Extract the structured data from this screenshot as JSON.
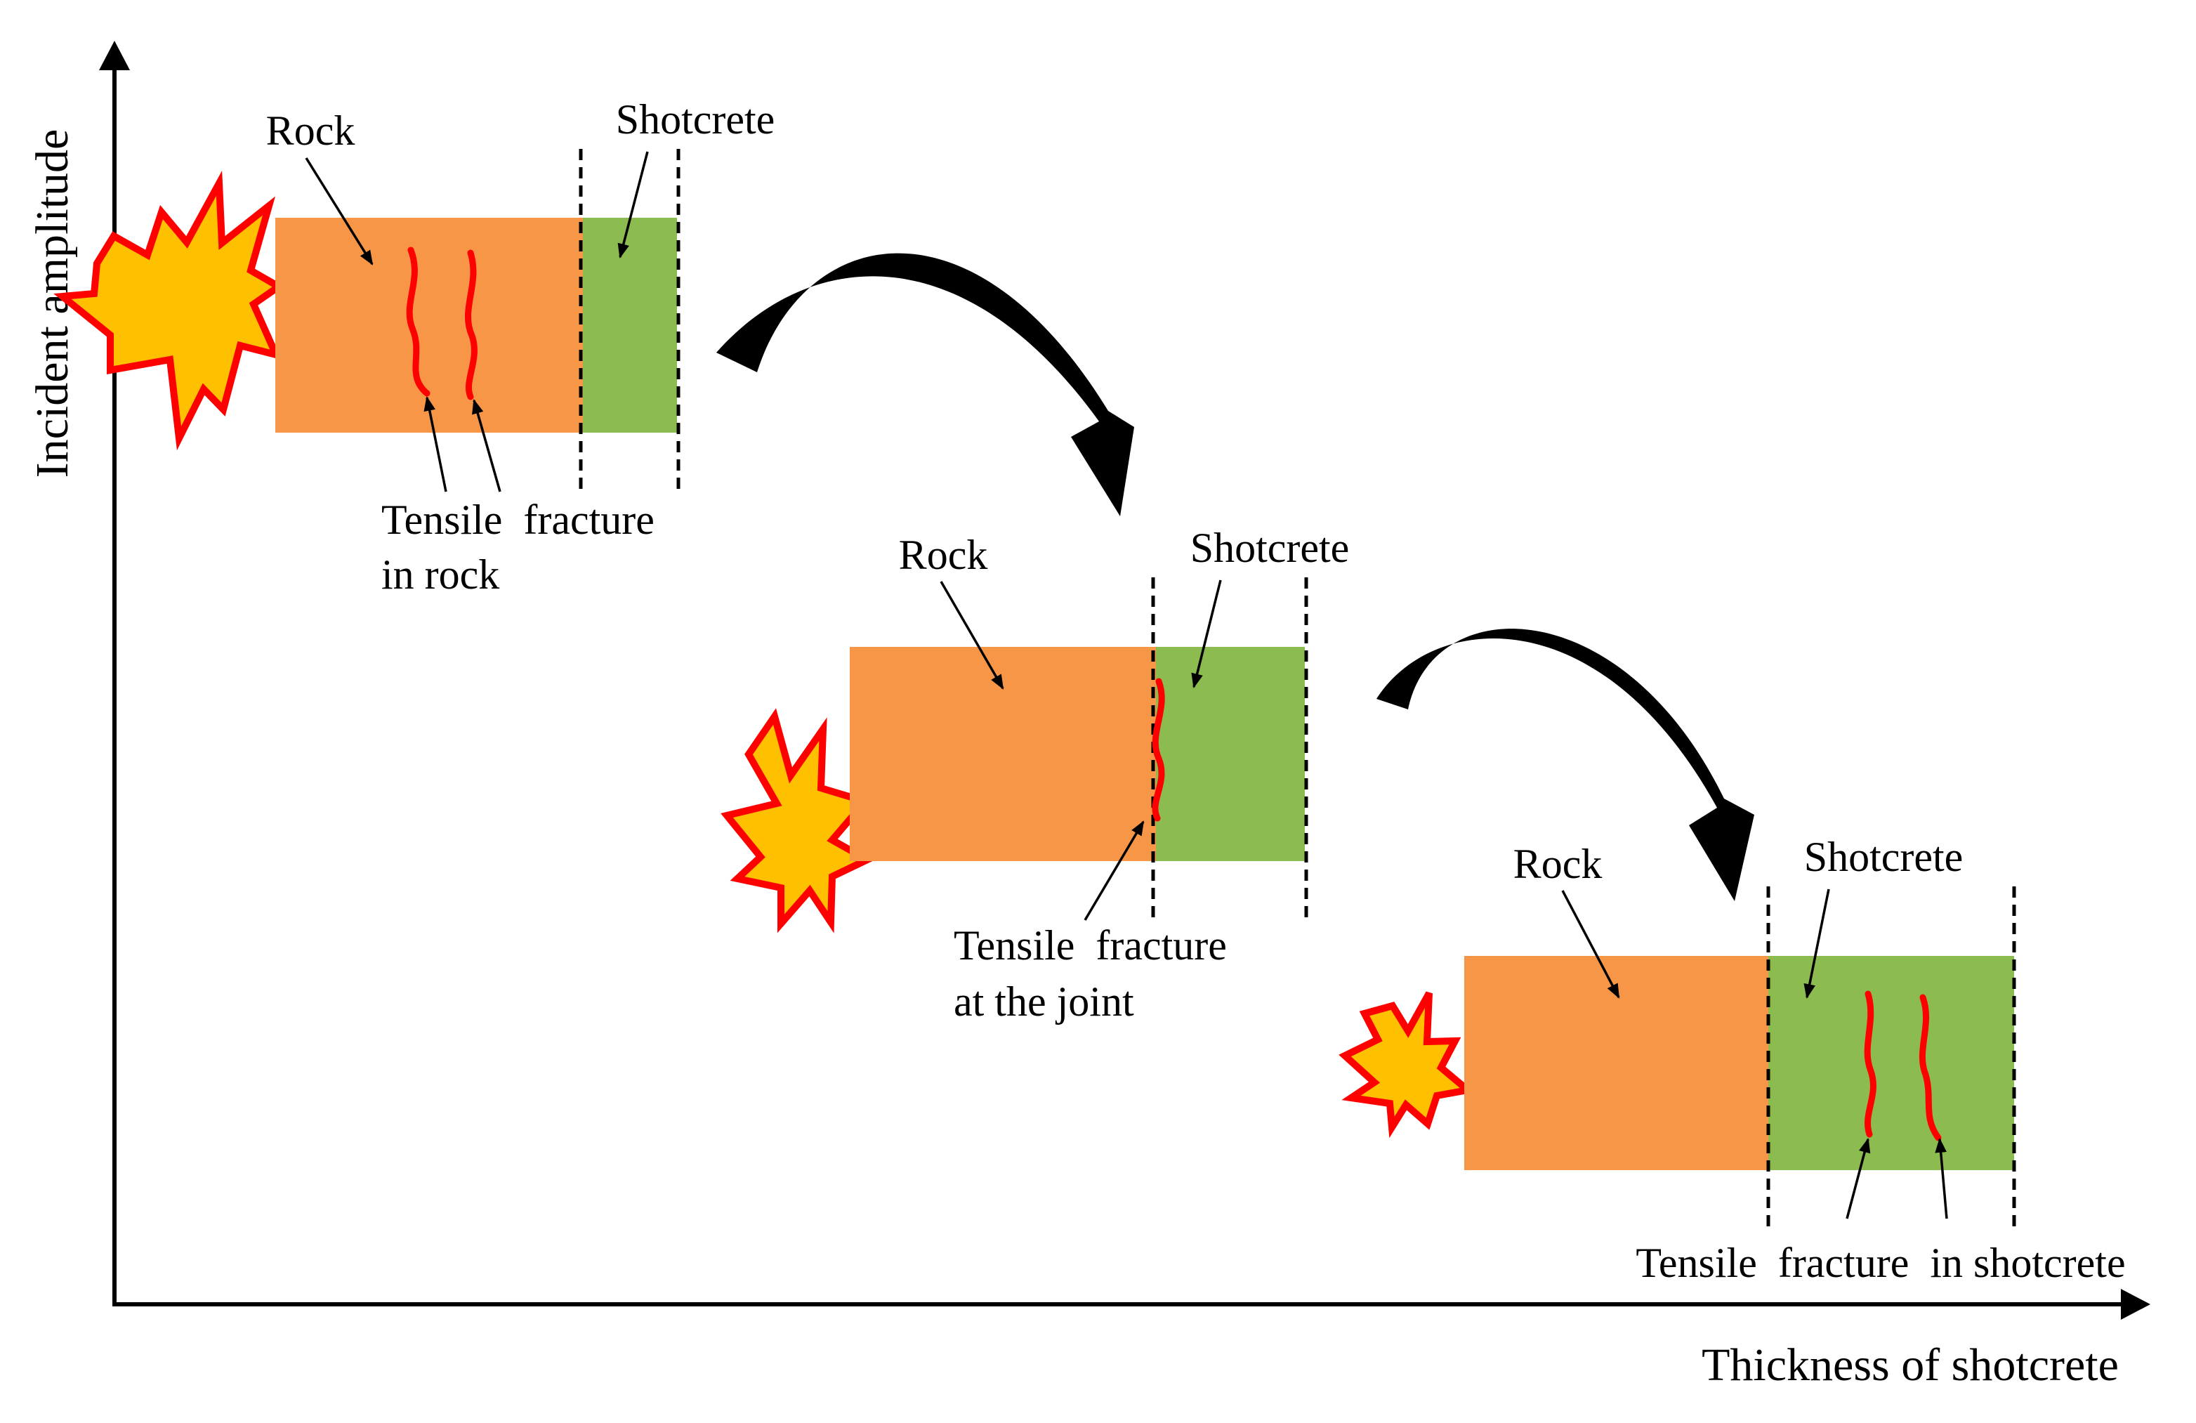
{
  "axes": {
    "y_label": "Incident amplitude",
    "x_label": "Thickness of shotcrete"
  },
  "colors": {
    "rock": "#f79646",
    "shotcrete": "#8cbb4f",
    "fracture": "#ff0000",
    "explosion_fill": "#ffc000",
    "explosion_outline": "#ff0000"
  },
  "stages": [
    {
      "rock_label": "Rock",
      "shotcrete_label": "Shotcrete",
      "fracture_label_line1": "Tensile  fracture",
      "fracture_label_line2": "in rock"
    },
    {
      "rock_label": "Rock",
      "shotcrete_label": "Shotcrete",
      "fracture_label_line1": "Tensile  fracture",
      "fracture_label_line2": "at the joint"
    },
    {
      "rock_label": "Rock",
      "shotcrete_label": "Shotcrete",
      "fracture_label_line1": "Tensile  fracture  in shotcrete"
    }
  ]
}
